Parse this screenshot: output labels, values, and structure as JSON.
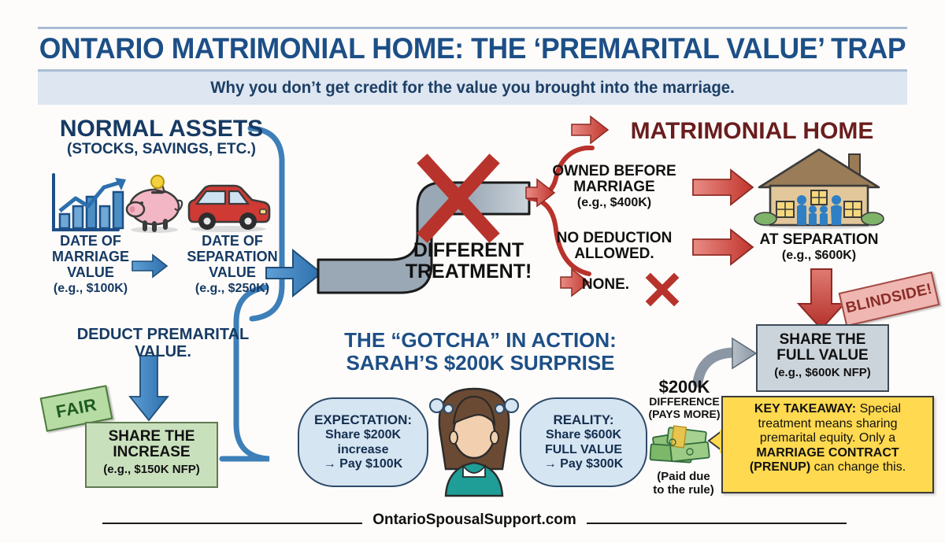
{
  "header": {
    "title": "ONTARIO MATRIMONIAL HOME: THE ‘PREMARITAL VALUE’ TRAP",
    "subtitle": "Why you don’t get credit for the value you brought into the marriage.",
    "title_color": "#1d4f87",
    "subtitle_bar_color": "#dde6f1"
  },
  "left_column": {
    "heading": "NORMAL ASSETS",
    "subheading": "(STOCKS, SAVINGS, ETC.)",
    "icons": [
      "growth-chart-icon",
      "piggy-bank-icon",
      "car-icon"
    ],
    "date_of_marriage_label": "DATE OF\nMARRIAGE\nVALUE",
    "date_of_marriage_value": "(e.g., $100K)",
    "date_of_separation_label": "DATE OF\nSEPARATION\nVALUE",
    "date_of_separation_value": "(e.g., $250K)",
    "deduct_note": "DEDUCT PREMARITAL\nVALUE.",
    "fair_tag": "FAIR",
    "result_box": {
      "title": "SHARE THE\nINCREASE",
      "value": "(e.g., $150K NFP)",
      "fill": "#c9e0bd",
      "border": "#5f7a51"
    }
  },
  "center": {
    "different_treatment": "DIFFERENT\nTREATMENT!",
    "red_x_icon": "red-x-icon",
    "gotcha_title_line1": "THE “GOTCHA” IN ACTION:",
    "gotcha_title_line2": "SARAH’S $200K SURPRISE",
    "person_icon": "woman-avatar-icon",
    "bubbles": [
      {
        "name": "expectation",
        "head": "EXPECTATION:",
        "lines": [
          "Share $200K",
          "increase",
          "→ Pay $100K"
        ]
      },
      {
        "name": "reality",
        "head": "REALITY:",
        "lines": [
          "Share $600K",
          "FULL VALUE",
          "→ Pay $300K"
        ]
      }
    ]
  },
  "right_column": {
    "heading": "MATRIMONIAL HOME",
    "heading_color": "#6a1d1d",
    "owned_before_label": "OWNED BEFORE\nMARRIAGE",
    "owned_before_value": "(e.g., $400K)",
    "no_deduction": "NO DEDUCTION\nALLOWED.",
    "none_text": "NONE.",
    "none_x_icon": "red-x-icon",
    "house_icon": "house-with-family-icon",
    "at_separation_label": "AT SEPARATION",
    "at_separation_value": "(e.g., $600K)",
    "blindside_tag": "BLINDSIDE!",
    "result_box": {
      "title": "SHARE THE\nFULL VALUE",
      "value": "(e.g., $600K NFP)",
      "fill": "#ccd4db",
      "border": "#3c4a55"
    }
  },
  "difference": {
    "amount": "$200K",
    "label_line1": "DIFFERENCE",
    "label_line2": "(PAYS MORE)",
    "money_icon": "cash-stack-icon",
    "note": "(Paid due\nto the rule)"
  },
  "key_takeaway": {
    "lead": "KEY TAKEAWAY:",
    "body1": " Special",
    "body2": "treatment means sharing",
    "body3": "premarital equity. Only a",
    "emphasis1": "MARRIAGE CONTRACT",
    "emphasis2": "(PRENUP)",
    "body4": " can change this.",
    "fill": "#ffd94f"
  },
  "footer": {
    "site": "OntarioSpousalSupport.com"
  }
}
